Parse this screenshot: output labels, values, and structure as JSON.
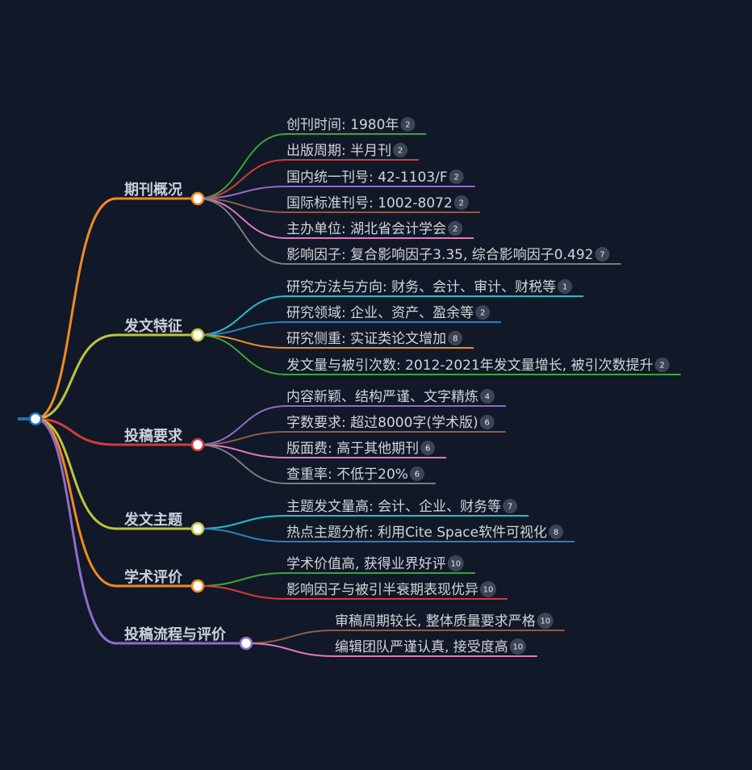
{
  "root": {
    "color": "#1f6fb2"
  },
  "branches": [
    {
      "label": "期刊概况",
      "color": "#f28a1e",
      "leaves": [
        {
          "text": "创刊时间: 1980年",
          "badge": "2",
          "color": "#3aa63a"
        },
        {
          "text": "出版周期: 半月刊",
          "badge": "2",
          "color": "#d33a3a"
        },
        {
          "text": "国内统一刊号: 42-1103/F",
          "badge": "2",
          "color": "#8f6cc9"
        },
        {
          "text": "国际标准刊号: 1002-8072",
          "badge": "2",
          "color": "#8c5a4c"
        },
        {
          "text": "主办单位: 湖北省会计学会",
          "badge": "2",
          "color": "#e078c2"
        },
        {
          "text": "影响因子: 复合影响因子3.35, 综合影响因子0.492",
          "badge": "7",
          "color": "#7b7b7b"
        }
      ]
    },
    {
      "label": "发文特征",
      "color": "#bcc53a",
      "leaves": [
        {
          "text": "研究方法与方向: 财务、会计、审计、财税等",
          "badge": "1",
          "color": "#22bed2"
        },
        {
          "text": "研究领域: 企业、资产、盈余等",
          "badge": "2",
          "color": "#2a7fc0"
        },
        {
          "text": "研究侧重: 实证类论文增加",
          "badge": "8",
          "color": "#f28a1e"
        },
        {
          "text": "发文量与被引次数: 2012-2021年发文量增长, 被引次数提升",
          "badge": "2",
          "color": "#3aa63a"
        }
      ]
    },
    {
      "label": "投稿要求",
      "color": "#d33a3a",
      "leaves": [
        {
          "text": "内容新颖、结构严谨、文字精炼",
          "badge": "4",
          "color": "#8f6cc9"
        },
        {
          "text": "字数要求: 超过8000字(学术版)",
          "badge": "6",
          "color": "#8c5a4c"
        },
        {
          "text": "版面费: 高于其他期刊",
          "badge": "6",
          "color": "#e078c2"
        },
        {
          "text": "查重率: 不低于20%",
          "badge": "6",
          "color": "#7b7b7b"
        }
      ]
    },
    {
      "label": "发文主题",
      "color": "#bcc53a",
      "leaves": [
        {
          "text": "主题发文量高: 会计、企业、财务等",
          "badge": "7",
          "color": "#22bed2"
        },
        {
          "text": "热点主题分析: 利用Cite Space软件可视化",
          "badge": "8",
          "color": "#2a7fc0"
        }
      ]
    },
    {
      "label": "学术评价",
      "color": "#f28a1e",
      "leaves": [
        {
          "text": "学术价值高, 获得业界好评",
          "badge": "10",
          "color": "#3aa63a"
        },
        {
          "text": "影响因子与被引半衰期表现优异",
          "badge": "10",
          "color": "#d33a3a"
        }
      ]
    },
    {
      "label": "投稿流程与评价",
      "color": "#8f6cc9",
      "leaves": [
        {
          "text": "审稿周期较长, 整体质量要求严格",
          "badge": "10",
          "color": "#8c5a4c"
        },
        {
          "text": "编辑团队严谨认真, 接受度高",
          "badge": "10",
          "color": "#e078c2"
        }
      ]
    }
  ]
}
